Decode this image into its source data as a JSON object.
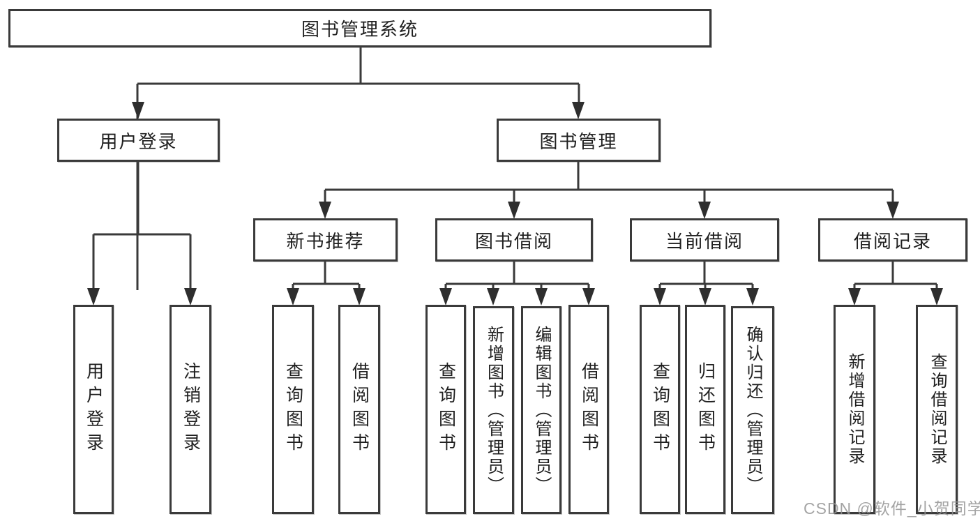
{
  "diagram": {
    "type": "hierarchy-tree",
    "colors": {
      "line": "#3a3a3a",
      "arrow": "#2e2e2e",
      "border": "#3a3a3a",
      "text": "#1f1f1f",
      "background": "#ffffff",
      "watermark": "#949494"
    }
  },
  "tree": {
    "label": "图书管理系统",
    "children": [
      {
        "label": "用户登录",
        "children": [
          {
            "label": "用户登录"
          },
          {
            "label": "注销登录"
          }
        ]
      },
      {
        "label": "图书管理",
        "children": [
          {
            "label": "新书推荐",
            "children": [
              {
                "label": "查询图书"
              },
              {
                "label": "借阅图书"
              }
            ]
          },
          {
            "label": "图书借阅",
            "children": [
              {
                "label": "查询图书"
              },
              {
                "label": "新增图书（管理员）"
              },
              {
                "label": "编辑图书（管理员）"
              },
              {
                "label": "借阅图书"
              }
            ]
          },
          {
            "label": "当前借阅",
            "children": [
              {
                "label": "查询图书"
              },
              {
                "label": "归还图书"
              },
              {
                "label": "确认归还（管理员）"
              }
            ]
          },
          {
            "label": "借阅记录",
            "children": [
              {
                "label": "新增借阅记录"
              },
              {
                "label": "查询借阅记录"
              }
            ]
          }
        ]
      }
    ]
  },
  "watermark": {
    "text": "CSDN @软件_小贺同学"
  }
}
